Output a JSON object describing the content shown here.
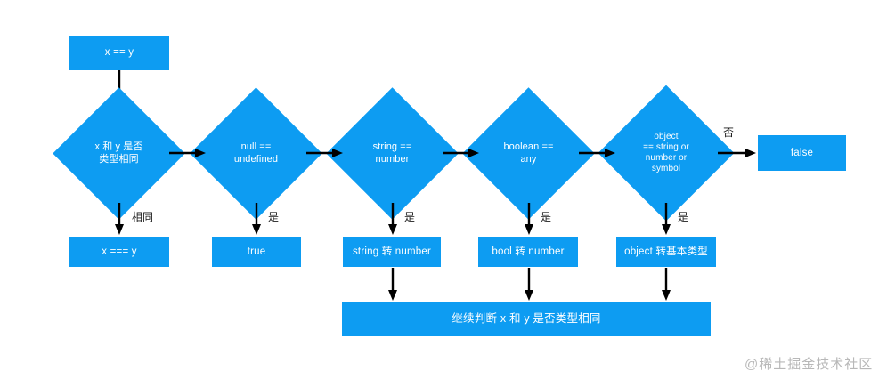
{
  "diagram": {
    "title": "JavaScript == loose equality comparison flowchart",
    "accent_color": "#0d9cf2",
    "arrow_color": "#000000",
    "background_color": "#ffffff",
    "start": {
      "label": "x == y"
    },
    "decisions": [
      {
        "id": "same-type",
        "label": "x 和 y 是否\n类型相同"
      },
      {
        "id": "null-undefined",
        "label": "null ==\nundefined"
      },
      {
        "id": "string-number",
        "label": "string ==\nnumber"
      },
      {
        "id": "boolean-any",
        "label": "boolean ==\nany"
      },
      {
        "id": "object-primitive",
        "label": "object\n== string or\nnumber or\nsymbol"
      }
    ],
    "results": [
      {
        "id": "strict-equal",
        "label": "x === y"
      },
      {
        "id": "true-box",
        "label": "true"
      },
      {
        "id": "string-to-number",
        "label": "string 转 number"
      },
      {
        "id": "bool-to-number",
        "label": "bool 转 number"
      },
      {
        "id": "object-to-primitive",
        "label": "object 转基本类型"
      }
    ],
    "false_box": {
      "id": "false-box",
      "label": "false"
    },
    "footer_box": {
      "id": "continue-box",
      "label": "继续判断 x 和 y 是否类型相同"
    },
    "edge_labels": {
      "same": "相同",
      "yes_1": "是",
      "yes_2": "是",
      "yes_3": "是",
      "yes_4": "是",
      "no": "否"
    },
    "watermark": "@稀土掘金技术社区"
  }
}
